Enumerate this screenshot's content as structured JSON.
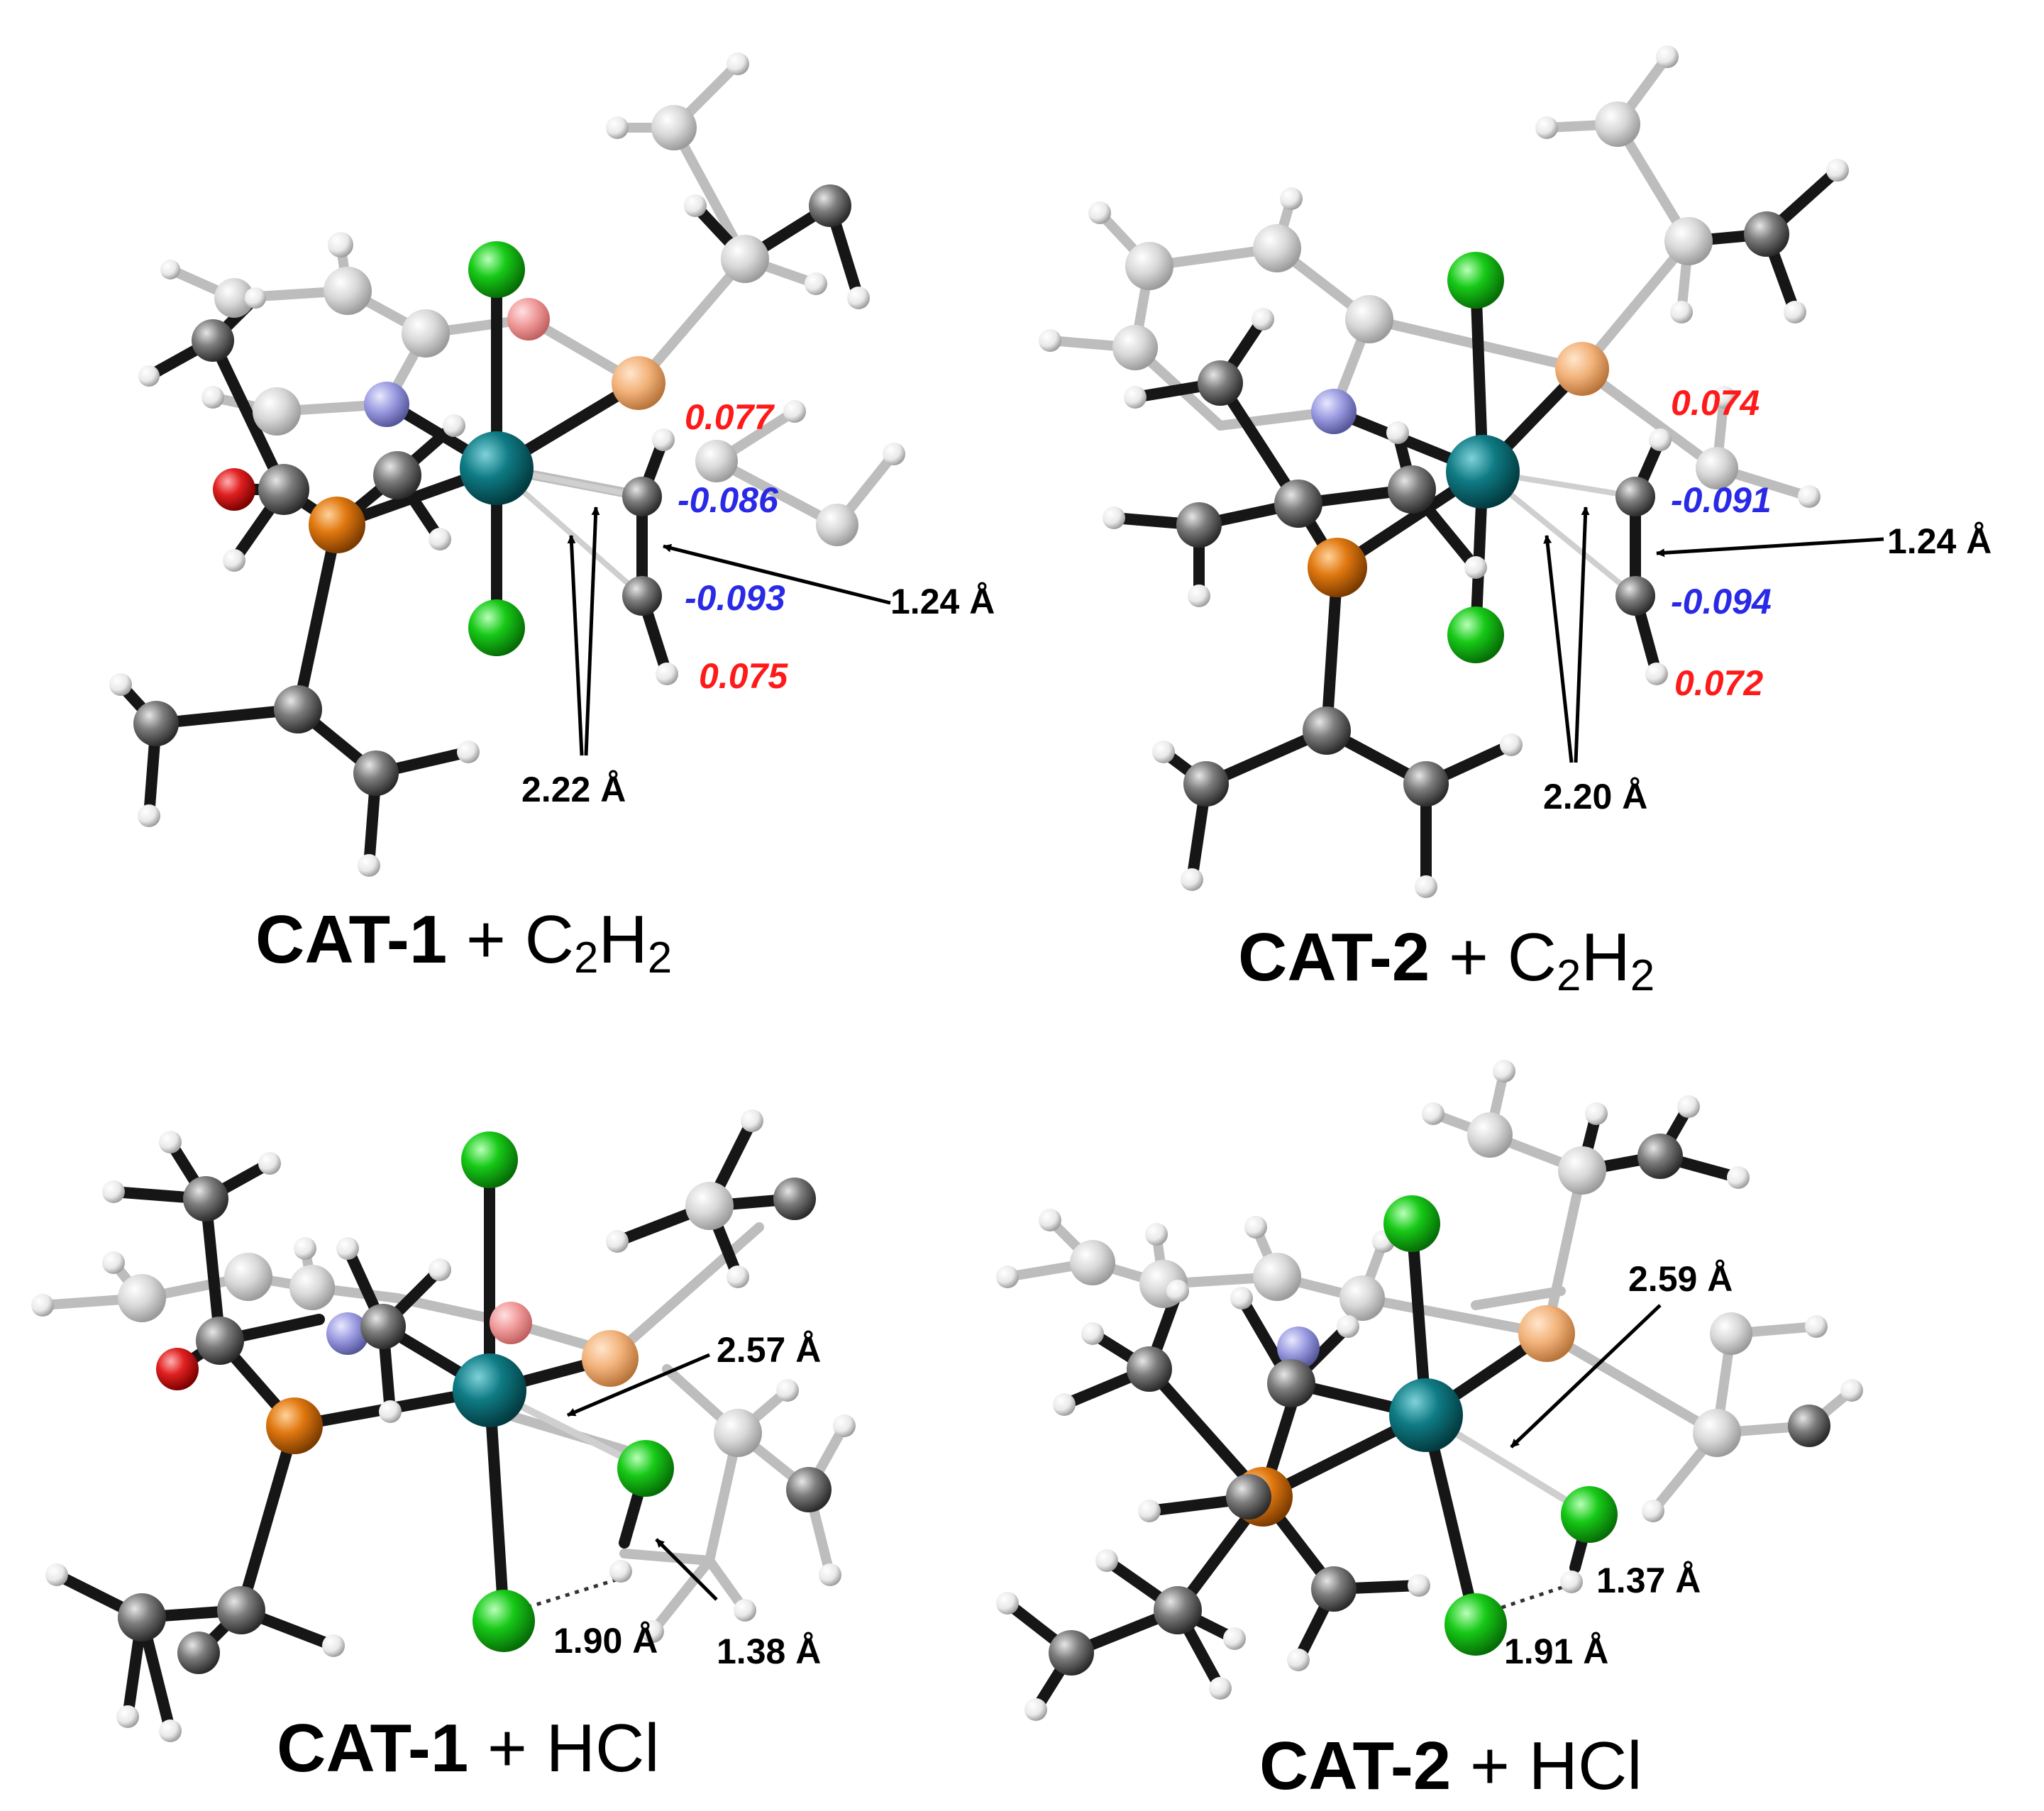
{
  "colors": {
    "background": "#ffffff",
    "carbon": "#7d7d7d",
    "carbon_light": "#d8d8d8",
    "hydrogen": "#f2f2f2",
    "chlorine": "#17c917",
    "ruthenium": "#0f7b84",
    "phosphorus": "#e07810",
    "phosphorus_light": "#f2b27a",
    "nitrogen": "#9a9ae0",
    "oxygen": "#e02020",
    "charge_positive": "#ff1a1a",
    "charge_negative": "#2a2ae6",
    "bond_dark": "#161616",
    "bond_light": "#bcbcbc",
    "arrow": "#000000"
  },
  "panels": [
    {
      "id": "cat1-c2h2",
      "caption": {
        "catalyst": "CAT-1",
        "plus": "+",
        "adsorbate": "C",
        "sub1": "2",
        "mid": "H",
        "sub2": "2"
      },
      "annotations": {
        "charge_c_h_top": "0.077",
        "charge_c_top": "-0.086",
        "charge_c_bottom": "-0.093",
        "charge_c_h_bottom": "0.075",
        "cc_bond": "1.24 Å",
        "ru_c_distance": "2.22 Å"
      },
      "icons": [
        "ball-and-stick-molecule-icon"
      ]
    },
    {
      "id": "cat2-c2h2",
      "caption": {
        "catalyst": "CAT-2",
        "plus": "+",
        "adsorbate": "C",
        "sub1": "2",
        "mid": "H",
        "sub2": "2"
      },
      "annotations": {
        "charge_c_h_top": "0.074",
        "charge_c_top": "-0.091",
        "charge_c_bottom": "-0.094",
        "charge_c_h_bottom": "0.072",
        "cc_bond": "1.24 Å",
        "ru_c_distance": "2.20 Å"
      },
      "icons": [
        "ball-and-stick-molecule-icon"
      ]
    },
    {
      "id": "cat1-hcl",
      "caption": {
        "catalyst": "CAT-1",
        "plus": "+",
        "adsorbate": "HCl"
      },
      "annotations": {
        "ru_cl_distance": "2.57 Å",
        "h_cl_hbond": "1.90 Å",
        "h_cl_bond": "1.38 Å"
      },
      "icons": [
        "ball-and-stick-molecule-icon"
      ]
    },
    {
      "id": "cat2-hcl",
      "caption": {
        "catalyst": "CAT-2",
        "plus": "+",
        "adsorbate": "HCl"
      },
      "annotations": {
        "ru_cl_distance": "2.59 Å",
        "h_cl_bond": "1.37 Å",
        "h_cl_hbond": "1.91 Å"
      },
      "icons": [
        "ball-and-stick-molecule-icon"
      ]
    }
  ]
}
